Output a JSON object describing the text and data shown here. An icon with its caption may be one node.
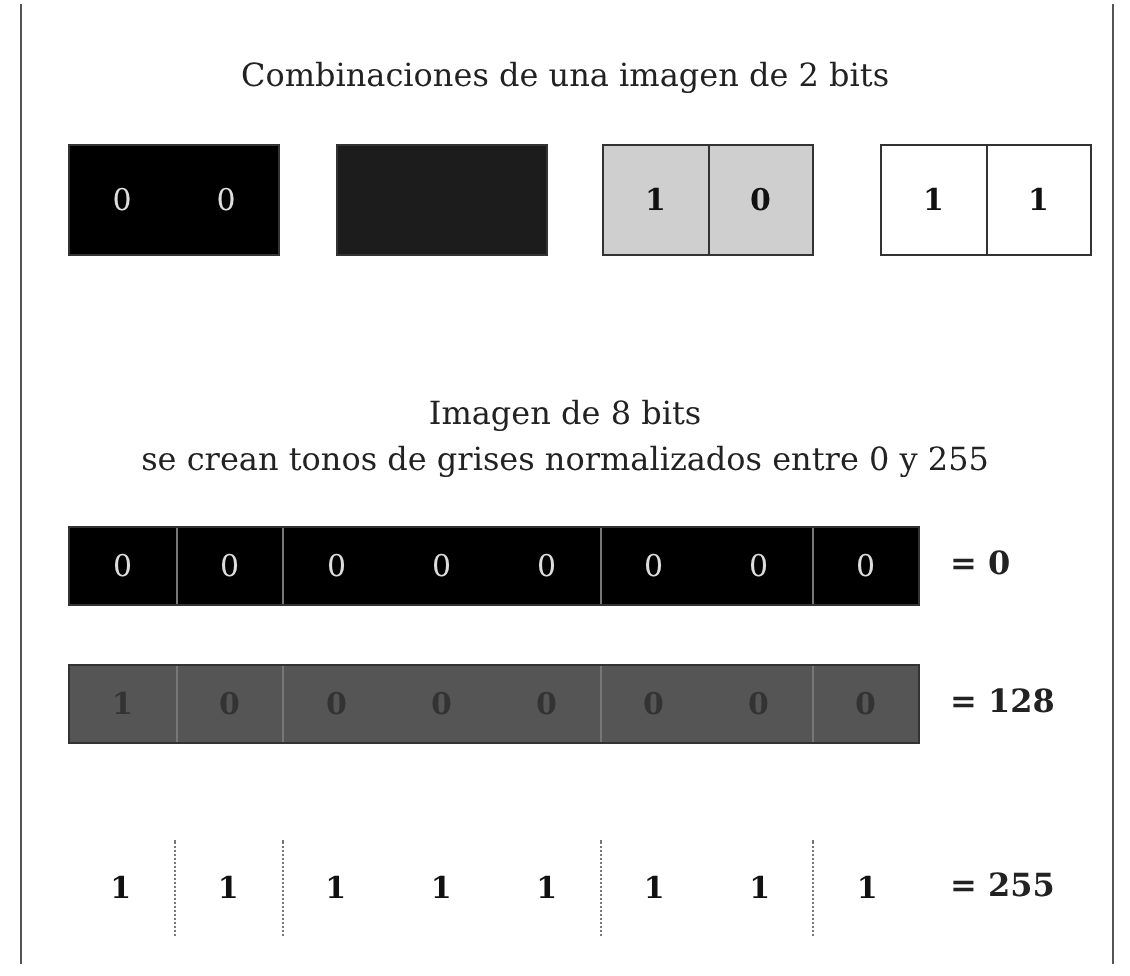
{
  "diagram": {
    "title": "Combinaciones de una imagen de 2 bits",
    "nodes": [
      {
        "text": [],
        "shape": "box"
      }
    ],
    "labels": [
      "0",
      "0",
      "1",
      "0",
      "1",
      "1",
      "Imagen de 8 bits",
      "se crean tonos de grises normalizados entre 0 y 255",
      "0",
      "0",
      "0",
      "0",
      "0",
      "0",
      "0",
      "0",
      "= 0",
      "1",
      "0",
      "0",
      "0",
      "0",
      "0",
      "0",
      "0",
      "= 128",
      "1",
      "1",
      "1",
      "1",
      "1",
      "1",
      "1",
      "1",
      "= 255"
    ]
  }
}
